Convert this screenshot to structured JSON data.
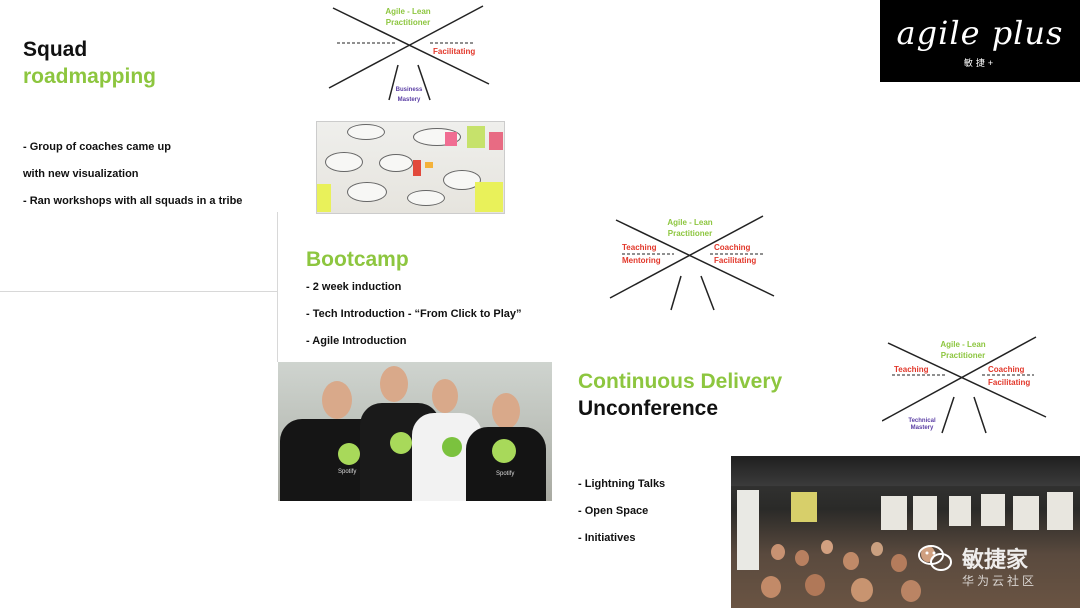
{
  "logo": {
    "script": "agile plus",
    "cn": "敏捷+"
  },
  "squad": {
    "title_line1": "Squad",
    "title_line2": "roadmapping",
    "bullets": [
      "- Group of coaches came up",
      "with new visualization",
      "- Ran workshops with all squads in a tribe"
    ]
  },
  "bootcamp": {
    "title": "Bootcamp",
    "bullets": [
      "- 2 week induction",
      "- Tech Introduction - “From Click to Play”",
      "- Agile Introduction"
    ]
  },
  "cd": {
    "title_line1": "Continuous Delivery",
    "title_line2": "Unconference",
    "bullets": [
      "- Lightning Talks",
      "- Open Space",
      "- Initiatives"
    ]
  },
  "diagram1": {
    "top": [
      "Agile - Lean",
      "Practitioner"
    ],
    "right": "Facilitating",
    "bottom": [
      "Business",
      "Mastery"
    ]
  },
  "diagram2": {
    "top": [
      "Agile - Lean",
      "Practitioner"
    ],
    "left": [
      "Teaching",
      "Mentoring"
    ],
    "right": [
      "Coaching",
      "Facilitating"
    ]
  },
  "diagram3": {
    "top": [
      "Agile - Lean",
      "Practitioner"
    ],
    "left": "Teaching",
    "right": [
      "Coaching",
      "Facilitating"
    ],
    "bottom": [
      "Technical",
      "Mastery"
    ]
  },
  "shirt_label": "Spotify",
  "watermark": {
    "main": "敏捷家",
    "sub": "华为云社区"
  },
  "colors": {
    "green": "#8dc63f",
    "red": "#e2382b",
    "purple": "#5b3fa5",
    "spotify_green": "#a8d95a"
  }
}
